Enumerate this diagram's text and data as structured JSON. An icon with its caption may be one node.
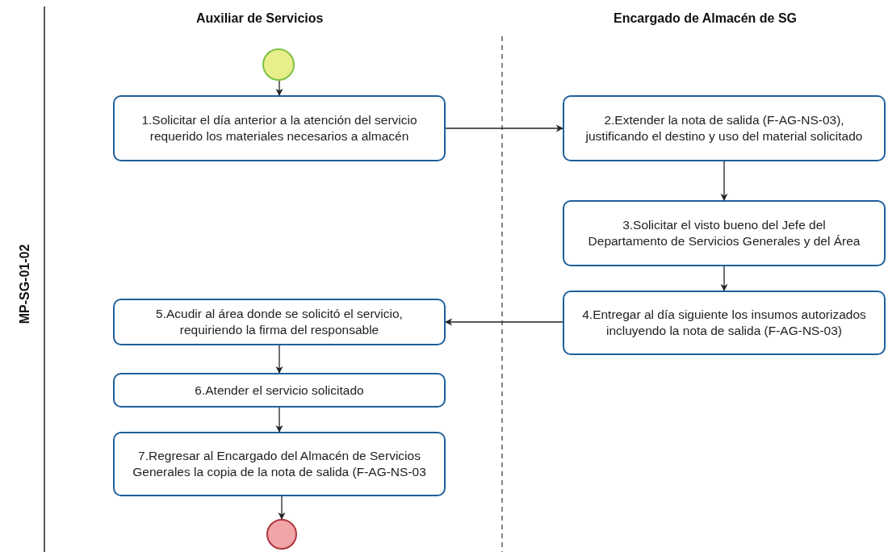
{
  "diagram": {
    "nodes": [
      {
        "text": [],
        "shape": "circle"
      },
      {
        "text": [
          "1.Solicitar el día anterior a la atención del servicio requerido los materiales necesarios a almacén"
        ]
      },
      {
        "text": [
          "2.Extender la nota de salida (F-AG-NS-03), justificando el destino y uso del material solicitado"
        ]
      },
      {
        "text": [
          "3.Solicitar el visto bueno del Jefe del Departamento de Servicios Generales y del Área"
        ]
      },
      {
        "text": [
          "4.Entregar al día siguiente los insumos autorizados incluyendo la nota de salida (F-AG-NS-03)"
        ]
      },
      {
        "text": [
          "5.Acudir al área donde se solicitó el servicio, requiriendo la firma del responsable"
        ]
      },
      {
        "text": [
          "6.Atender el servicio solicitado"
        ]
      },
      {
        "text": [
          "7.Regresar al Encargado del Almacén de Servicios Generales la copia de la nota de salida (F-AG-NS-03"
        ]
      },
      {
        "text": [],
        "shape": "circle"
      }
    ],
    "edges": [
      {
        "from": 0,
        "to": 1,
        "arrow": "to"
      },
      {
        "from": 1,
        "to": 2,
        "arrow": "to"
      },
      {
        "from": 2,
        "to": 3,
        "arrow": "to"
      },
      {
        "from": 3,
        "to": 4,
        "arrow": "to"
      },
      {
        "from": 4,
        "to": 5,
        "arrow": "to"
      },
      {
        "from": 5,
        "to": 6,
        "arrow": "to"
      },
      {
        "from": 6,
        "to": 7,
        "arrow": "to"
      },
      {
        "from": 7,
        "to": 8,
        "arrow": "to"
      }
    ],
    "labels": [
      "Auxiliar de Servicios",
      "Encargado de Almacén de SG",
      "MP-SG-01-02"
    ]
  }
}
